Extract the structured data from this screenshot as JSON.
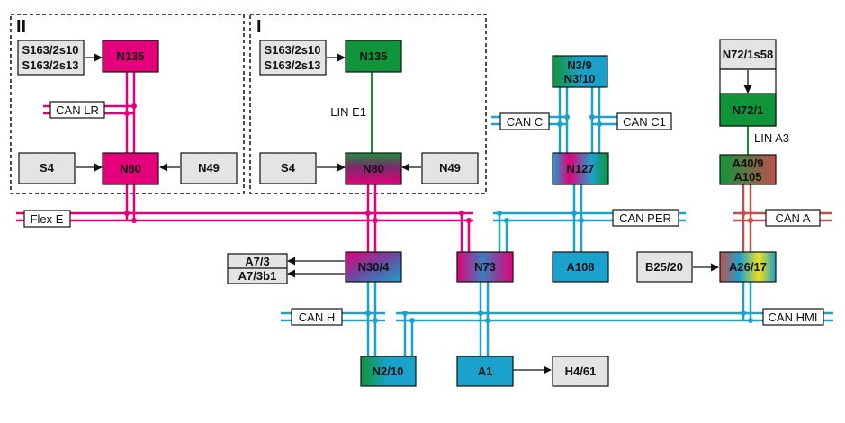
{
  "frames": {
    "left_label": "II",
    "right_label": "I"
  },
  "buses": {
    "flex_e": "Flex E",
    "can_lr": "CAN LR",
    "lin_e1": "LIN E1",
    "can_c": "CAN C",
    "can_c1": "CAN C1",
    "can_per": "CAN PER",
    "lin_a3": "LIN A3",
    "can_a": "CAN A",
    "can_h": "CAN H",
    "can_hmi": "CAN HMI"
  },
  "nodes": {
    "ii_switch_a": "S163/2s10",
    "ii_switch_b": "S163/2s13",
    "ii_n135": "N135",
    "ii_s4": "S4",
    "ii_n80": "N80",
    "ii_n49": "N49",
    "i_switch_a": "S163/2s10",
    "i_switch_b": "S163/2s13",
    "i_n135": "N135",
    "i_s4": "S4",
    "i_n80": "N80",
    "i_n49": "N49",
    "n3_9": "N3/9",
    "n3_10": "N3/10",
    "n127": "N127",
    "a108": "A108",
    "n72_1s58": "N72/1s58",
    "n72_1": "N72/1",
    "a40_9": "A40/9",
    "a105": "A105",
    "b25_20": "B25/20",
    "a26_17": "A26/17",
    "a7_3": "A7/3",
    "a7_3b1": "A7/3b1",
    "n30_4": "N30/4",
    "n73": "N73",
    "n2_10": "N2/10",
    "a1": "A1",
    "h4_61": "H4/61"
  },
  "colors": {
    "magenta": "#e3007a",
    "cyan": "#1aa2cc",
    "green": "#10943a",
    "red": "#c0504d",
    "grey_box": "#e4e4e4"
  }
}
